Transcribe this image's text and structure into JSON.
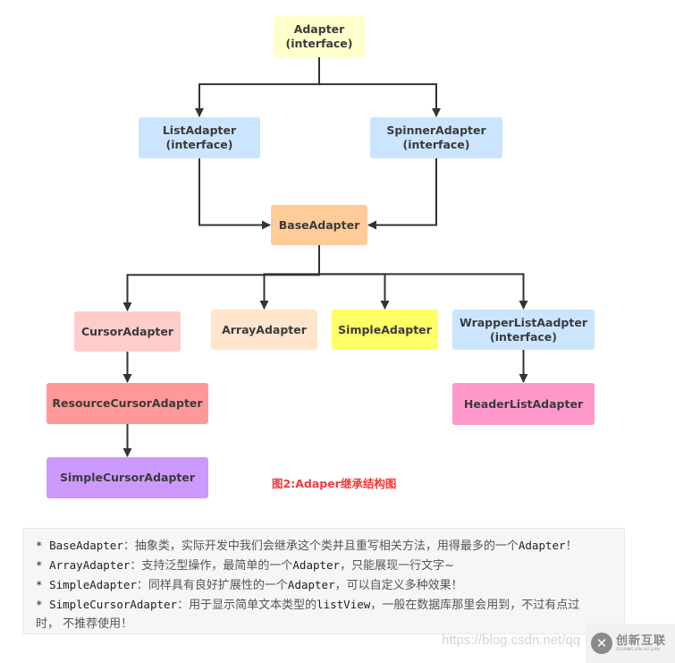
{
  "diagram": {
    "nodes": [
      {
        "id": "adapter",
        "label": "Adapter",
        "sub": "(interface)",
        "color": "#ffffcc"
      },
      {
        "id": "listadapter",
        "label": "ListAdapter",
        "sub": "(interface)",
        "color": "#cce5ff"
      },
      {
        "id": "spinneradapter",
        "label": "SpinnerAdapter",
        "sub": "(interface)",
        "color": "#cce5ff"
      },
      {
        "id": "baseadapter",
        "label": "BaseAdapter",
        "sub": "",
        "color": "#ffcc99"
      },
      {
        "id": "cursoradapter",
        "label": "CursorAdapter",
        "sub": "",
        "color": "#ffcccc"
      },
      {
        "id": "arrayadapter",
        "label": "ArrayAdapter",
        "sub": "",
        "color": "#ffe5cc"
      },
      {
        "id": "simpleadapter",
        "label": "SimpleAdapter",
        "sub": "",
        "color": "#ffff66"
      },
      {
        "id": "wrapperlistadapter",
        "label": "WrapperListAadpter",
        "sub": "(interface)",
        "color": "#cce5ff"
      },
      {
        "id": "resourcecursoradapter",
        "label": "ResourceCursorAdapter",
        "sub": "",
        "color": "#ff9999"
      },
      {
        "id": "headerlistadapter",
        "label": "HeaderListAdapter",
        "sub": "",
        "color": "#ff99cc"
      },
      {
        "id": "simplecursoradapter",
        "label": "SimpleCursorAdapter",
        "sub": "",
        "color": "#cc99ff"
      }
    ],
    "edges": [
      {
        "from": "adapter",
        "to": "listadapter"
      },
      {
        "from": "adapter",
        "to": "spinneradapter"
      },
      {
        "from": "listadapter",
        "to": "baseadapter"
      },
      {
        "from": "spinneradapter",
        "to": "baseadapter"
      },
      {
        "from": "baseadapter",
        "to": "cursoradapter"
      },
      {
        "from": "baseadapter",
        "to": "arrayadapter"
      },
      {
        "from": "baseadapter",
        "to": "simpleadapter"
      },
      {
        "from": "baseadapter",
        "to": "wrapperlistadapter"
      },
      {
        "from": "cursoradapter",
        "to": "resourcecursoradapter"
      },
      {
        "from": "resourcecursoradapter",
        "to": "simplecursoradapter"
      },
      {
        "from": "wrapperlistadapter",
        "to": "headerlistadapter"
      }
    ],
    "caption": "图2:Adaper继承结构图",
    "line_color": "#333333"
  },
  "notes": [
    {
      "bullet": "* ",
      "name": "BaseAdapter",
      "text": "：抽象类，实际开发中我们会继承这个类并且重写相关方法，用得最多的一个",
      "code2": "Adapter",
      "tail": "！"
    },
    {
      "bullet": "* ",
      "name": "ArrayAdapter",
      "text": "：支持泛型操作，最简单的一个",
      "code2": "Adapter",
      "tail": "，只能展现一行文字~"
    },
    {
      "bullet": "* ",
      "name": "SimpleAdapter",
      "text": "：同样具有良好扩展性的一个",
      "code2": "Adapter",
      "tail": "，可以自定义多种效果！"
    },
    {
      "bullet": "* ",
      "name": "SimpleCursorAdapter",
      "text": "：用于显示简单文本类型的",
      "code2": "listView",
      "tail": "，一般在数据库那里会用到，不过有点过"
    }
  ],
  "notes_continuation": "时， 不推荐使用！",
  "watermark": {
    "url": "https://blog.csdn.net/qq",
    "logo_mark": "✕",
    "logo_cn": "创新互联",
    "logo_en": "CHUANG XIN HU LIAN"
  }
}
